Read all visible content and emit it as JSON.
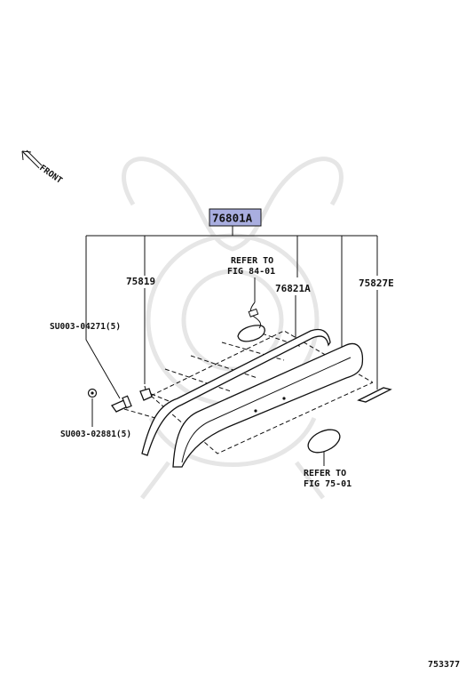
{
  "diagram": {
    "front_label": "FRONT",
    "main_part": {
      "number": "76801A",
      "highlight_color": "#a9aee0"
    },
    "parts": {
      "p75819": "75819",
      "p76821A": "76821A",
      "p75827E": "75827E",
      "su0003_04271": "SU003-04271(5)",
      "su0003_02881": "SU003-02881(5)"
    },
    "refer_top": {
      "line1": "REFER TO",
      "line2": "FIG 84-01"
    },
    "refer_bottom": {
      "line1": "REFER TO",
      "line2": "FIG 75-01"
    },
    "figure_number": "753377"
  }
}
